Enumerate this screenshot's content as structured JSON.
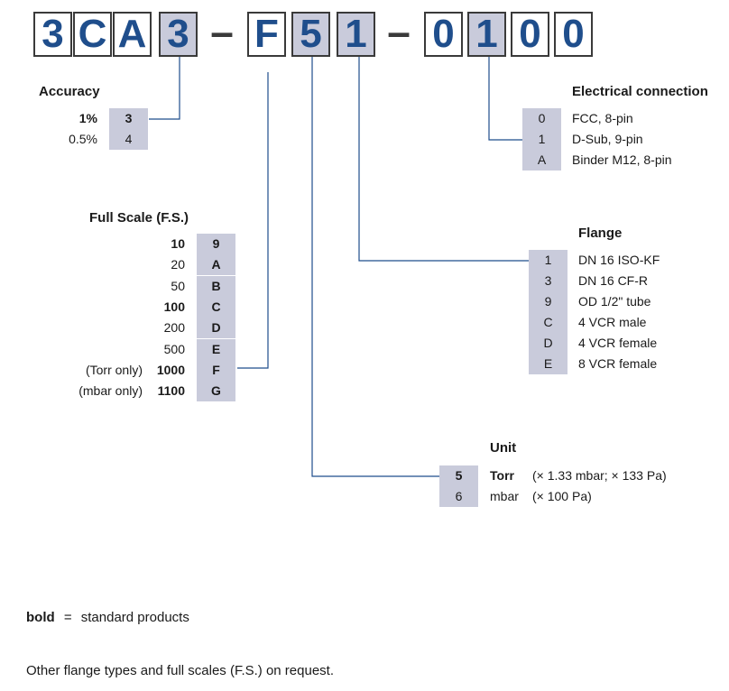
{
  "code": {
    "chars": [
      "3",
      "C",
      "A",
      "3",
      "F",
      "5",
      "1",
      "0",
      "1",
      "0",
      "0"
    ],
    "dash": "–"
  },
  "accuracy": {
    "title": "Accuracy",
    "rows": [
      {
        "label": "1%",
        "code": "3",
        "bold": true
      },
      {
        "label": "0.5%",
        "code": "4",
        "bold": false
      }
    ]
  },
  "full_scale": {
    "title": "Full Scale (F.S.)",
    "rows": [
      {
        "prefix": "",
        "label": "10",
        "code": "9",
        "bold": true
      },
      {
        "prefix": "",
        "label": "20",
        "code": "A",
        "bold": false
      },
      {
        "prefix": "",
        "label": "50",
        "code": "B",
        "bold": false
      },
      {
        "prefix": "",
        "label": "100",
        "code": "C",
        "bold": true
      },
      {
        "prefix": "",
        "label": "200",
        "code": "D",
        "bold": false
      },
      {
        "prefix": "",
        "label": "500",
        "code": "E",
        "bold": false
      },
      {
        "prefix": "(Torr only)",
        "label": "1000",
        "code": "F",
        "bold": true
      },
      {
        "prefix": "(mbar only)",
        "label": "1100",
        "code": "G",
        "bold": true
      }
    ]
  },
  "electrical": {
    "title": "Electrical connection",
    "rows": [
      {
        "code": "0",
        "label": "FCC, 8-pin"
      },
      {
        "code": "1",
        "label": "D-Sub, 9-pin"
      },
      {
        "code": "A",
        "label": "Binder M12, 8-pin"
      }
    ]
  },
  "flange": {
    "title": "Flange",
    "rows": [
      {
        "code": "1",
        "label": "DN 16 ISO-KF"
      },
      {
        "code": "3",
        "label": "DN 16 CF-R"
      },
      {
        "code": "9",
        "label": "OD 1/2\" tube"
      },
      {
        "code": "C",
        "label": "4 VCR male"
      },
      {
        "code": "D",
        "label": "4 VCR female"
      },
      {
        "code": "E",
        "label": "8 VCR female"
      }
    ]
  },
  "unit": {
    "title": "Unit",
    "rows": [
      {
        "code": "5",
        "label": "Torr",
        "extra": "(× 1.33 mbar;  × 133 Pa)",
        "bold": true
      },
      {
        "code": "6",
        "label": "mbar",
        "extra": "(× 100 Pa)",
        "bold": false
      }
    ]
  },
  "notes": {
    "bold_key": "bold",
    "equals": "=",
    "bold_meaning": "standard products",
    "footer": "Other flange types and full scales (F.S.) on request."
  },
  "colors": {
    "code_text": "#1f4e8c",
    "highlight": "#c9cbdb",
    "line": "#1f4e8c"
  }
}
